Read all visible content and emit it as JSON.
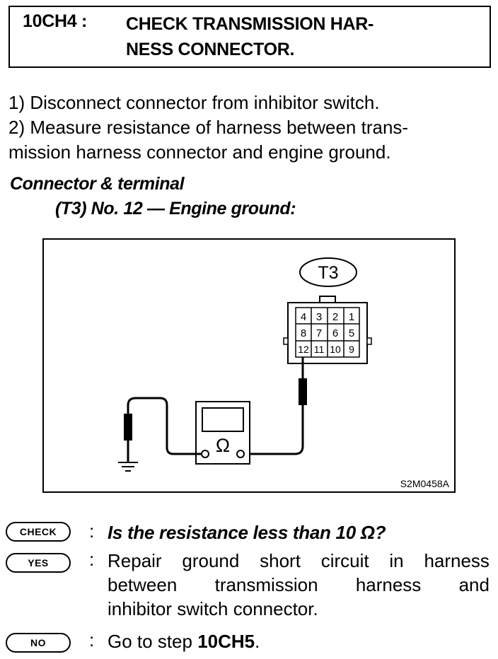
{
  "header": {
    "step_id": "10CH4 :",
    "title_line1": "CHECK TRANSMISSION HAR-",
    "title_line2": "NESS CONNECTOR."
  },
  "instructions": {
    "line1": "1)  Disconnect connector from inhibitor switch.",
    "line2": "2)  Measure resistance of harness between trans-",
    "line3": "mission harness connector and engine ground."
  },
  "spec": {
    "heading": "Connector & terminal",
    "detail": "(T3) No. 12 — Engine ground:"
  },
  "figure": {
    "connector_label": "T3",
    "meter_symbol": "Ω",
    "terminals_row1": [
      "4",
      "3",
      "2",
      "1"
    ],
    "terminals_row2": [
      "8",
      "7",
      "6",
      "5"
    ],
    "terminals_row3": [
      "12",
      "11",
      "10",
      "9"
    ],
    "figure_code": "S2M0458A"
  },
  "check": {
    "badge": "CHECK",
    "colon": ":",
    "question": "Is the resistance less than 10 Ω?"
  },
  "yes": {
    "badge": "YES",
    "colon": ":",
    "line1_words": [
      "Repair",
      "ground",
      "short",
      "circuit",
      "in",
      "harness"
    ],
    "line2_words": [
      "between",
      "transmission",
      "harness",
      "and"
    ],
    "line3": "inhibitor switch connector."
  },
  "no": {
    "badge": "NO",
    "colon": ":",
    "prefix": "Go to step ",
    "target": "10CH5",
    "suffix": "."
  }
}
